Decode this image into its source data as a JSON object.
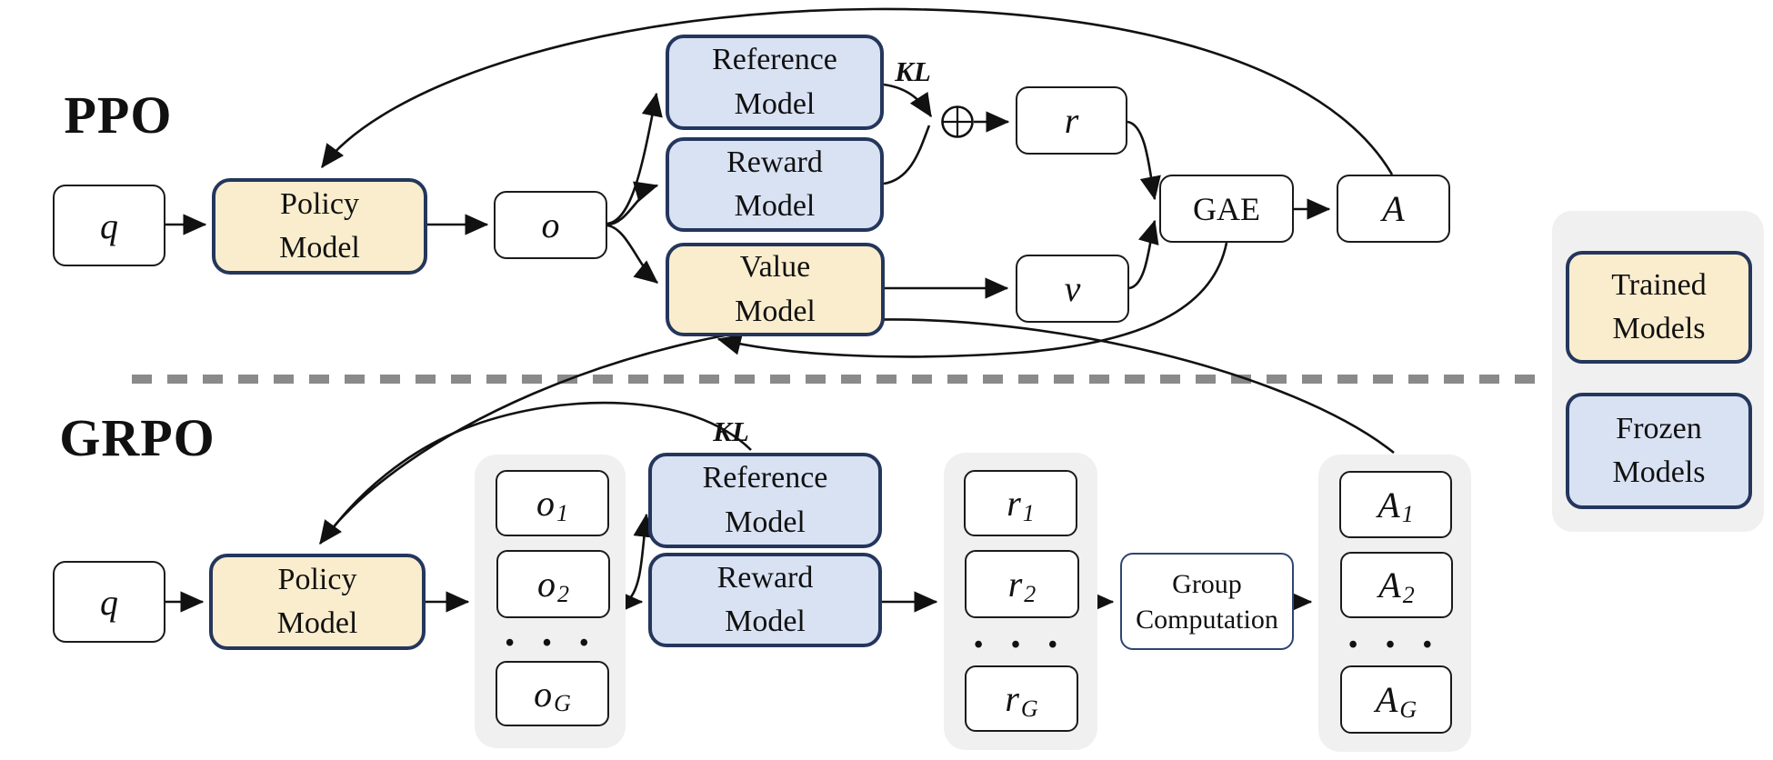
{
  "ppo": {
    "label": "PPO",
    "q": "q",
    "policy": "Policy\nModel",
    "o": "o",
    "reference": "Reference\nModel",
    "reward": "Reward\nModel",
    "value": "Value\nModel",
    "kl": "KL",
    "r": "r",
    "gae": "GAE",
    "advantage": "A",
    "v": "v"
  },
  "grpo": {
    "label": "GRPO",
    "q": "q",
    "policy": "Policy\nModel",
    "kl": "KL",
    "reference": "Reference\nModel",
    "reward": "Reward\nModel",
    "group_computation": "Group\nComputation",
    "ellipsis": "• • •",
    "outputs": [
      {
        "base": "o",
        "sub": "1"
      },
      {
        "base": "o",
        "sub": "2"
      },
      {
        "base": "o",
        "sub": "G"
      }
    ],
    "rewards": [
      {
        "base": "r",
        "sub": "1"
      },
      {
        "base": "r",
        "sub": "2"
      },
      {
        "base": "r",
        "sub": "G"
      }
    ],
    "advantages": [
      {
        "base": "A",
        "sub": "1"
      },
      {
        "base": "A",
        "sub": "2"
      },
      {
        "base": "A",
        "sub": "G"
      }
    ]
  },
  "legend": {
    "trained": "Trained\nModels",
    "frozen": "Frozen\nModels"
  },
  "colors": {
    "trained_fill": "#FAEDCD",
    "frozen_fill": "#D9E2F3",
    "model_border": "#24365C",
    "group_fill": "#F0F0F0",
    "divider": "#8A8A8A"
  }
}
